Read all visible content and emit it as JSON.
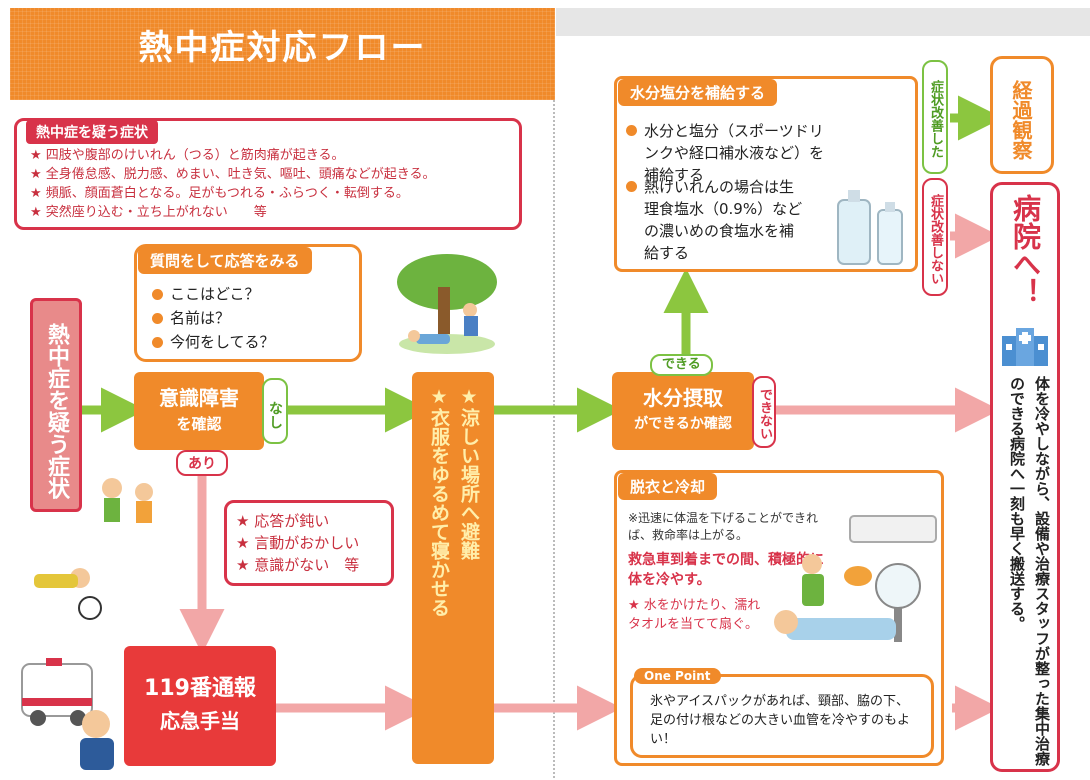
{
  "title": "熱中症対応フロー",
  "suspicion": {
    "header": "熱中症を疑う症状",
    "items": [
      "★ 四肢や腹部のけいれん（つる）と筋肉痛が起きる。",
      "★ 全身倦怠感、脱力感、めまい、吐き気、嘔吐、頭痛などが起きる。",
      "★ 頻脈、顔面蒼白となる。足がもつれる・ふらつく・転倒する。",
      "★ 突然座り込む・立ち上がれない　　等"
    ]
  },
  "left_vertical": "熱中症を疑う症状",
  "question": {
    "header": "質問をして応答をみる",
    "items": [
      "ここはどこ？",
      "名前は？",
      "今何をしてる？"
    ]
  },
  "consciousness": {
    "line1": "意識障害",
    "line2": "を確認"
  },
  "label_nashi": "なし",
  "label_ari": "あり",
  "symptoms_ari": [
    "★ 応答が鈍い",
    "★ 言動がおかしい",
    "★ 意識がない　等"
  ],
  "emergency": {
    "line1": "119番通報",
    "line2": "応急手当"
  },
  "cool_place": {
    "line1": "★涼しい場所へ避難",
    "line2": "★衣服をゆるめて寝かせる"
  },
  "water_check": {
    "line1": "水分摂取",
    "line2": "ができるか確認"
  },
  "label_dekiru": "できる",
  "label_dekinai": "できない",
  "hydration": {
    "header": "水分塩分を補給する",
    "item1": "水分と塩分（スポーツドリンクや経口補水液など）を補給する",
    "item2": "熱けいれんの場合は生理食塩水（0.9%）などの濃いめの食塩水を補給する"
  },
  "label_improved": "症状改善した",
  "label_not_improved": "症状改善しない",
  "observe": "経過観察",
  "hospital": "病院へ！",
  "transport": "体を冷やしながら、設備や治療スタッフが整った集中治療のできる病院へ一刻も早く搬送する。",
  "cooling": {
    "header": "脱衣と冷却",
    "note": "※迅速に体温を下げることができれば、救命率は上がる。",
    "emphasis": "救急車到着までの間、積極的に体を冷やす。",
    "tip": "★ 水をかけたり、濡れタオルを当てて扇ぐ。"
  },
  "one_point": {
    "label": "One Point",
    "text": "氷やアイスパックがあれば、頸部、脇の下、足の付け根などの大きい血管を冷やすのもよい！"
  },
  "colors": {
    "orange": "#f08a2a",
    "red": "#d8334a",
    "pink": "#f2a7a7",
    "green": "#8cc63f"
  }
}
